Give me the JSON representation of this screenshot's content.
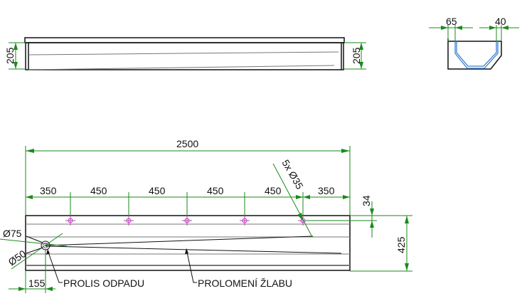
{
  "top_view": {
    "height_left": "205",
    "height_right": "205"
  },
  "section_view": {
    "dim_left": "65",
    "dim_right": "40"
  },
  "front_view": {
    "overall_length": "2500",
    "spacings": [
      "350",
      "450",
      "450",
      "450",
      "450",
      "350"
    ],
    "hole_callout": "5x Ø35",
    "hole_offset": "34",
    "height": "425",
    "outlet_outer": "Ø75",
    "outlet_inner": "Ø50",
    "outlet_offset": "155",
    "label_outlet": "PROLIS ODPADU",
    "label_break": "PROLOMENÍ ŽLABU"
  },
  "colors": {
    "dimension": "#1a8a1a",
    "hole": "#c040c0",
    "profile": "#3a7fd0"
  }
}
